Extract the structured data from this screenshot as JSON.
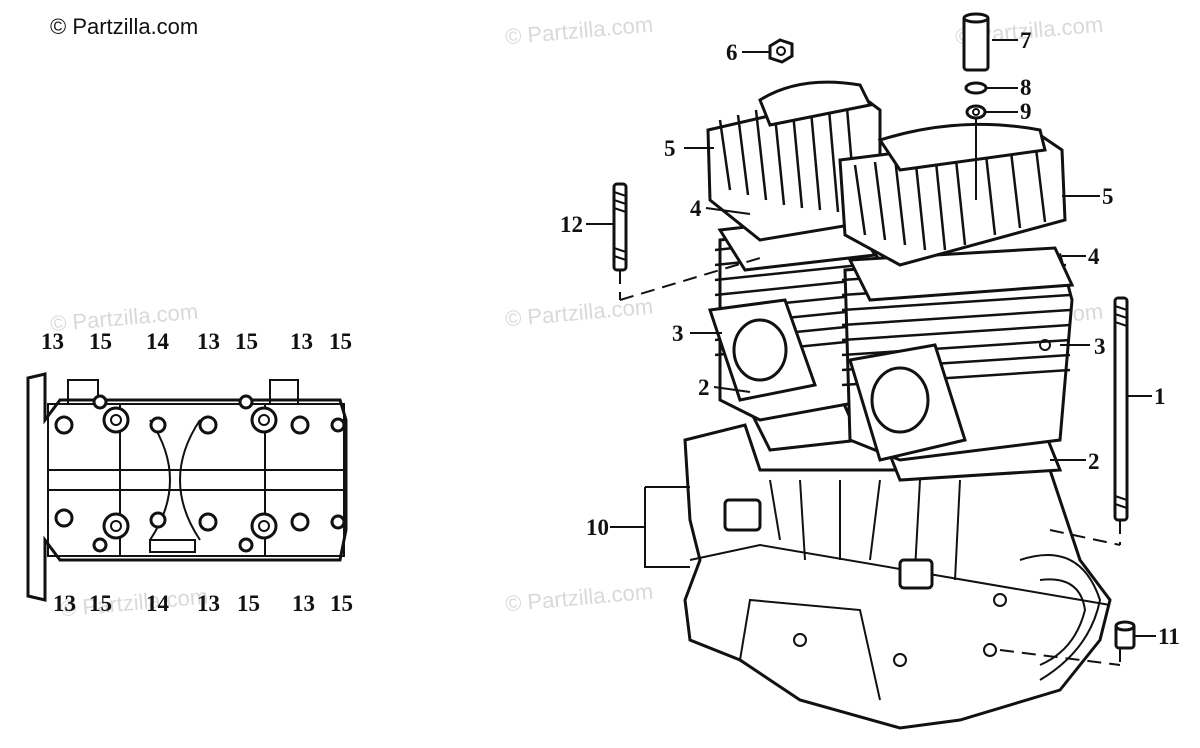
{
  "copyright": "© Partzilla.com",
  "watermark_text": "© Partzilla.com",
  "callouts": {
    "c1": "1",
    "c2a": "2",
    "c2b": "2",
    "c3a": "3",
    "c3b": "3",
    "c4a": "4",
    "c4b": "4",
    "c5a": "5",
    "c5b": "5",
    "c6": "6",
    "c7": "7",
    "c8": "8",
    "c9": "9",
    "c10": "10",
    "c11": "11",
    "c12": "12"
  },
  "bottom_view": {
    "top_labels": [
      "13",
      "15",
      "14",
      "13",
      "15",
      "13",
      "15"
    ],
    "bottom_labels": [
      "13",
      "15",
      "14",
      "13",
      "15",
      "13",
      "15"
    ]
  }
}
